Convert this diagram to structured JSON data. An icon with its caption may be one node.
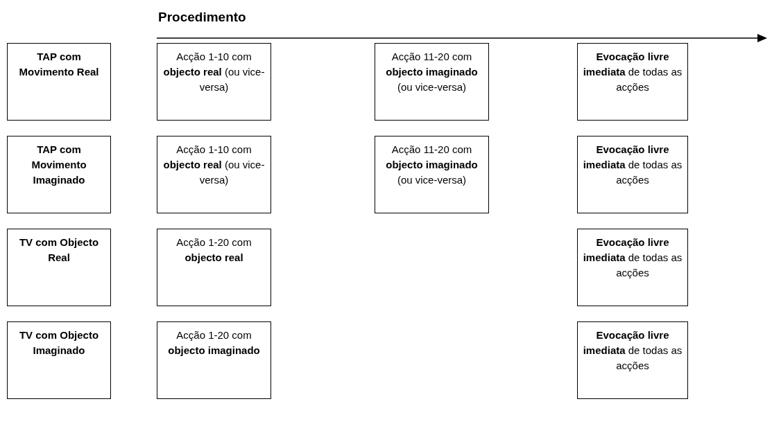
{
  "diagram": {
    "nodes": [
      {
        "text": [
          "TAP com Movimento Real"
        ]
      },
      {
        "text": [
          "Acção 1-10 com **objecto real** (ou vice-versa)"
        ]
      },
      {
        "text": [
          "Acção 11-20 com **objecto imaginado** (ou vice-versa)"
        ]
      },
      {
        "text": [
          "**Evocação livre imediata** de todas as acções"
        ]
      },
      {
        "text": [
          "TAP com Movimento Imaginado"
        ]
      },
      {
        "text": [
          "Acção 1-10 com **objecto real** (ou vice-versa)"
        ]
      },
      {
        "text": [
          "Acção 11-20 com **objecto imaginado** (ou vice-versa)"
        ]
      },
      {
        "text": [
          "**Evocação livre imediata** de todas as acções"
        ]
      },
      {
        "text": [
          "TV com Objecto Real"
        ]
      },
      {
        "text": [
          "Acção 1-20 com **objecto real**"
        ]
      },
      {
        "text": [
          "**Evocação livre imediata** de todas as acções"
        ]
      },
      {
        "text": [
          "TV com Objecto Imaginado"
        ]
      },
      {
        "text": [
          "Acção 1-20 com **objecto imaginado**"
        ]
      },
      {
        "text": [
          "**Evocação livre imediata** de todas as acções"
        ]
      }
    ],
    "edges": [],
    "labels": [
      "Procedimento"
    ]
  }
}
